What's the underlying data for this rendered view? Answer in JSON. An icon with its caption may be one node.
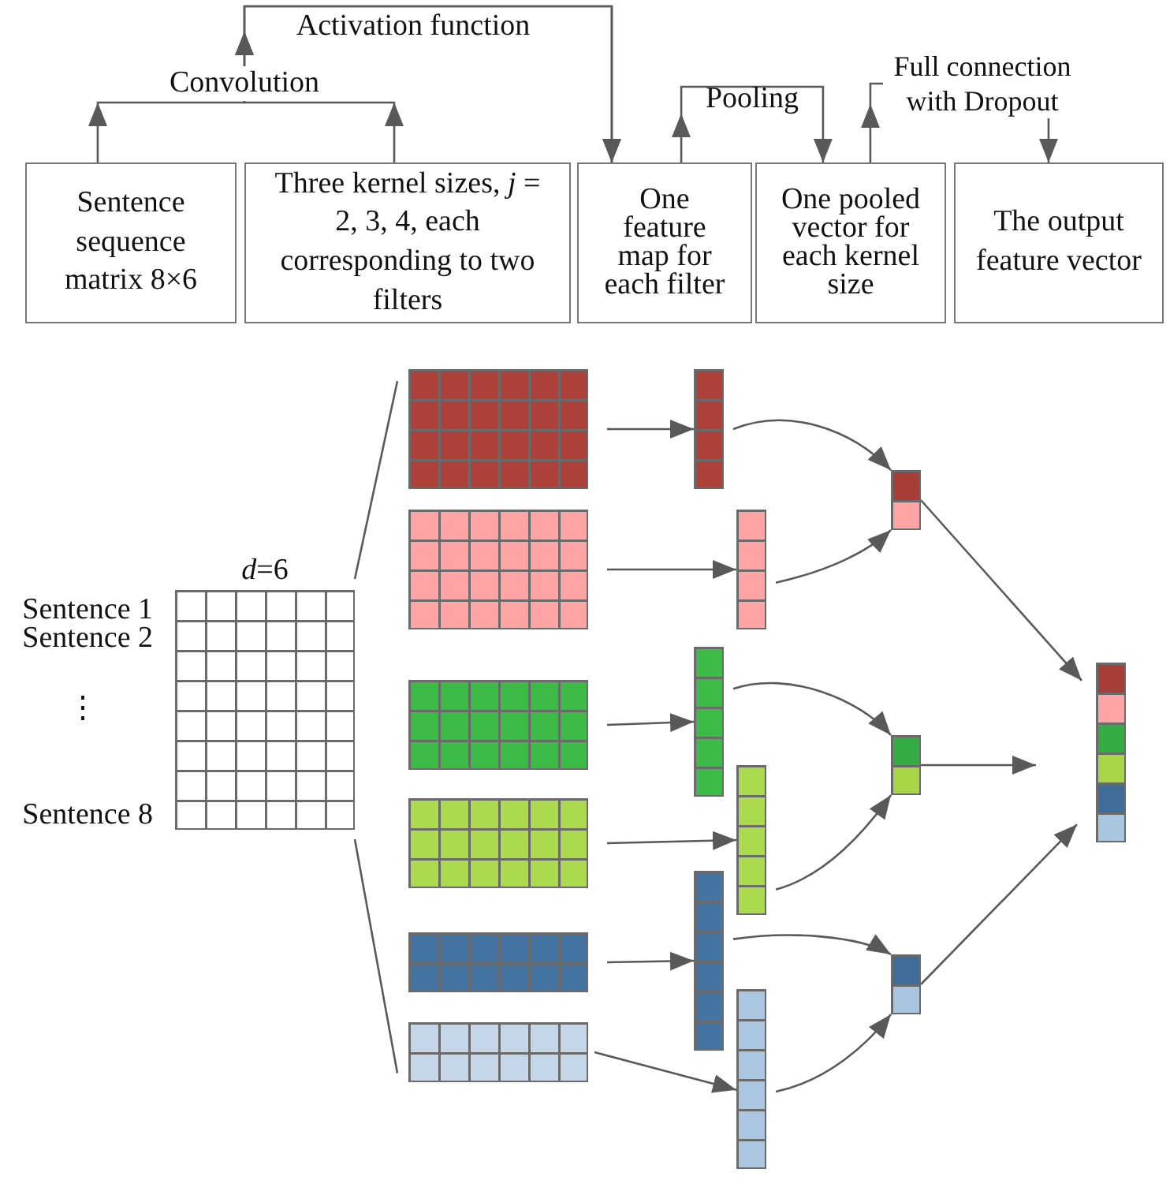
{
  "diagram": {
    "nodes": [
      {
        "text": [
          "Sentence sequence matrix 8×6"
        ]
      },
      {
        "text": [
          "Three kernel sizes, *j* = 2, 3, 4, each corresponding to two filters"
        ]
      },
      {
        "text": [
          "One feature map for each filter"
        ]
      },
      {
        "text": [
          "One pooled vector for each kernel size"
        ]
      },
      {
        "text": [
          "The output feature vector"
        ]
      },
      {
        "text": [
          "*d*=6"
        ],
        "beside": [
          "Sentence 1",
          "Sentence 2",
          "⋮",
          "Sentence 8"
        ]
      },
      {
        "text": [],
        "shape": "grid"
      },
      {
        "text": [],
        "shape": "grid"
      },
      {
        "text": [],
        "shape": "grid"
      },
      {
        "text": [],
        "shape": "grid"
      },
      {
        "text": [],
        "shape": "grid"
      },
      {
        "text": [],
        "shape": "grid"
      },
      {
        "text": [],
        "shape": "bar"
      },
      {
        "text": [],
        "shape": "bar"
      },
      {
        "text": [],
        "shape": "bar"
      },
      {
        "text": [],
        "shape": "bar"
      },
      {
        "text": [],
        "shape": "bar"
      },
      {
        "text": [],
        "shape": "bar"
      },
      {
        "text": [],
        "shape": "bar"
      },
      {
        "text": [],
        "shape": "bar"
      },
      {
        "text": [],
        "shape": "bar"
      },
      {
        "text": [],
        "shape": "bar"
      }
    ],
    "edges": [
      {
        "from": 0,
        "to": 2,
        "arrow": "to"
      },
      {
        "from": 1,
        "to": 2,
        "arrow": "to"
      },
      {
        "from": 2,
        "to": 3,
        "arrow": "to",
        "label": "Pooling"
      },
      {
        "from": 3,
        "to": 4,
        "arrow": "to",
        "label": "Full connection with Dropout"
      },
      {
        "from": 5,
        "to": 6,
        "arrow": "none"
      },
      {
        "from": 5,
        "to": 11,
        "arrow": "none"
      },
      {
        "from": 6,
        "to": 12,
        "arrow": "to"
      },
      {
        "from": 7,
        "to": 13,
        "arrow": "to"
      },
      {
        "from": 8,
        "to": 14,
        "arrow": "to"
      },
      {
        "from": 9,
        "to": 15,
        "arrow": "to"
      },
      {
        "from": 10,
        "to": 16,
        "arrow": "to"
      },
      {
        "from": 11,
        "to": 17,
        "arrow": "to"
      },
      {
        "from": 12,
        "to": 18,
        "arrow": "to"
      },
      {
        "from": 13,
        "to": 18,
        "arrow": "to"
      },
      {
        "from": 14,
        "to": 19,
        "arrow": "to"
      },
      {
        "from": 15,
        "to": 19,
        "arrow": "to"
      },
      {
        "from": 16,
        "to": 20,
        "arrow": "to"
      },
      {
        "from": 17,
        "to": 20,
        "arrow": "to"
      },
      {
        "from": 18,
        "to": 21,
        "arrow": "to"
      },
      {
        "from": 19,
        "to": 21,
        "arrow": "to"
      },
      {
        "from": 20,
        "to": 21,
        "arrow": "to"
      }
    ],
    "labels": [
      "Convolution",
      "Activation function"
    ]
  }
}
